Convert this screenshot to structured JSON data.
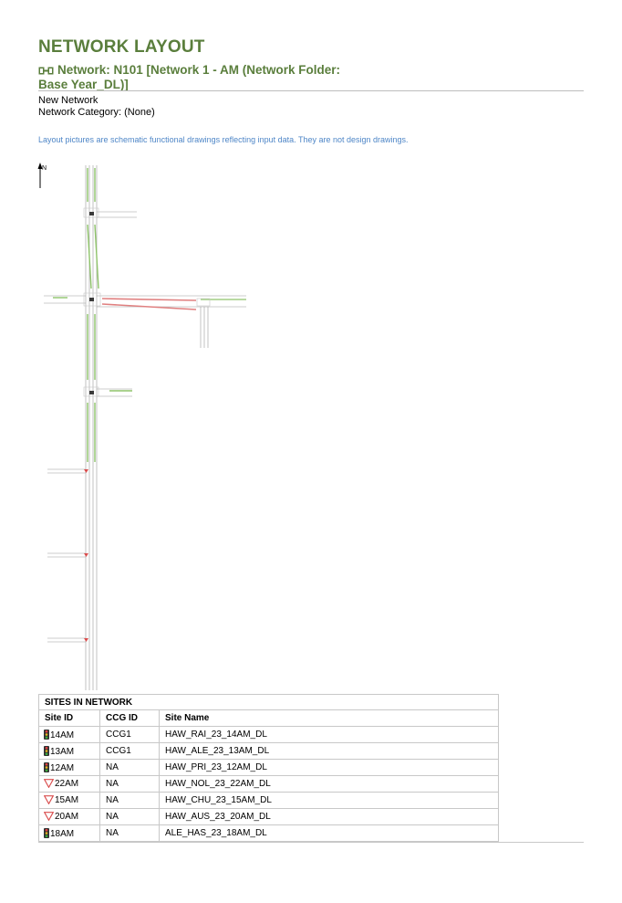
{
  "page": {
    "title": "NETWORK LAYOUT",
    "network_heading": "Network: N101 [Network 1 - AM (Network Folder: Base Year_DL)]",
    "network_name": "New Network",
    "network_category": "Network Category: (None)",
    "disclaimer": "Layout pictures are schematic functional drawings reflecting input data. They are not design drawings."
  },
  "layout": {
    "north_label": "N",
    "icon_names": [
      "network-icon",
      "north-arrow-icon",
      "traffic-signal-icon",
      "give-way-icon"
    ],
    "colors": {
      "title_green": "#5a7e3c",
      "disclaimer_blue": "#4e86c7",
      "link_green": "#8fc46a",
      "link_red": "#e08080",
      "road_grey": "#9a9a9a"
    }
  },
  "sites_table": {
    "caption": "SITES IN NETWORK",
    "headers": [
      "Site ID",
      "CCG ID",
      "Site Name"
    ],
    "rows": [
      {
        "icon": "traffic-signal-icon",
        "site_id": "14AM",
        "ccg_id": "CCG1",
        "site_name": "HAW_RAI_23_14AM_DL"
      },
      {
        "icon": "traffic-signal-icon",
        "site_id": "13AM",
        "ccg_id": "CCG1",
        "site_name": "HAW_ALE_23_13AM_DL"
      },
      {
        "icon": "traffic-signal-icon",
        "site_id": "12AM",
        "ccg_id": "NA",
        "site_name": "HAW_PRI_23_12AM_DL"
      },
      {
        "icon": "give-way-icon",
        "site_id": "22AM",
        "ccg_id": "NA",
        "site_name": "HAW_NOL_23_22AM_DL"
      },
      {
        "icon": "give-way-icon",
        "site_id": "15AM",
        "ccg_id": "NA",
        "site_name": "HAW_CHU_23_15AM_DL"
      },
      {
        "icon": "give-way-icon",
        "site_id": "20AM",
        "ccg_id": "NA",
        "site_name": "HAW_AUS_23_20AM_DL"
      },
      {
        "icon": "traffic-signal-icon",
        "site_id": "18AM",
        "ccg_id": "NA",
        "site_name": "ALE_HAS_23_18AM_DL"
      }
    ]
  }
}
